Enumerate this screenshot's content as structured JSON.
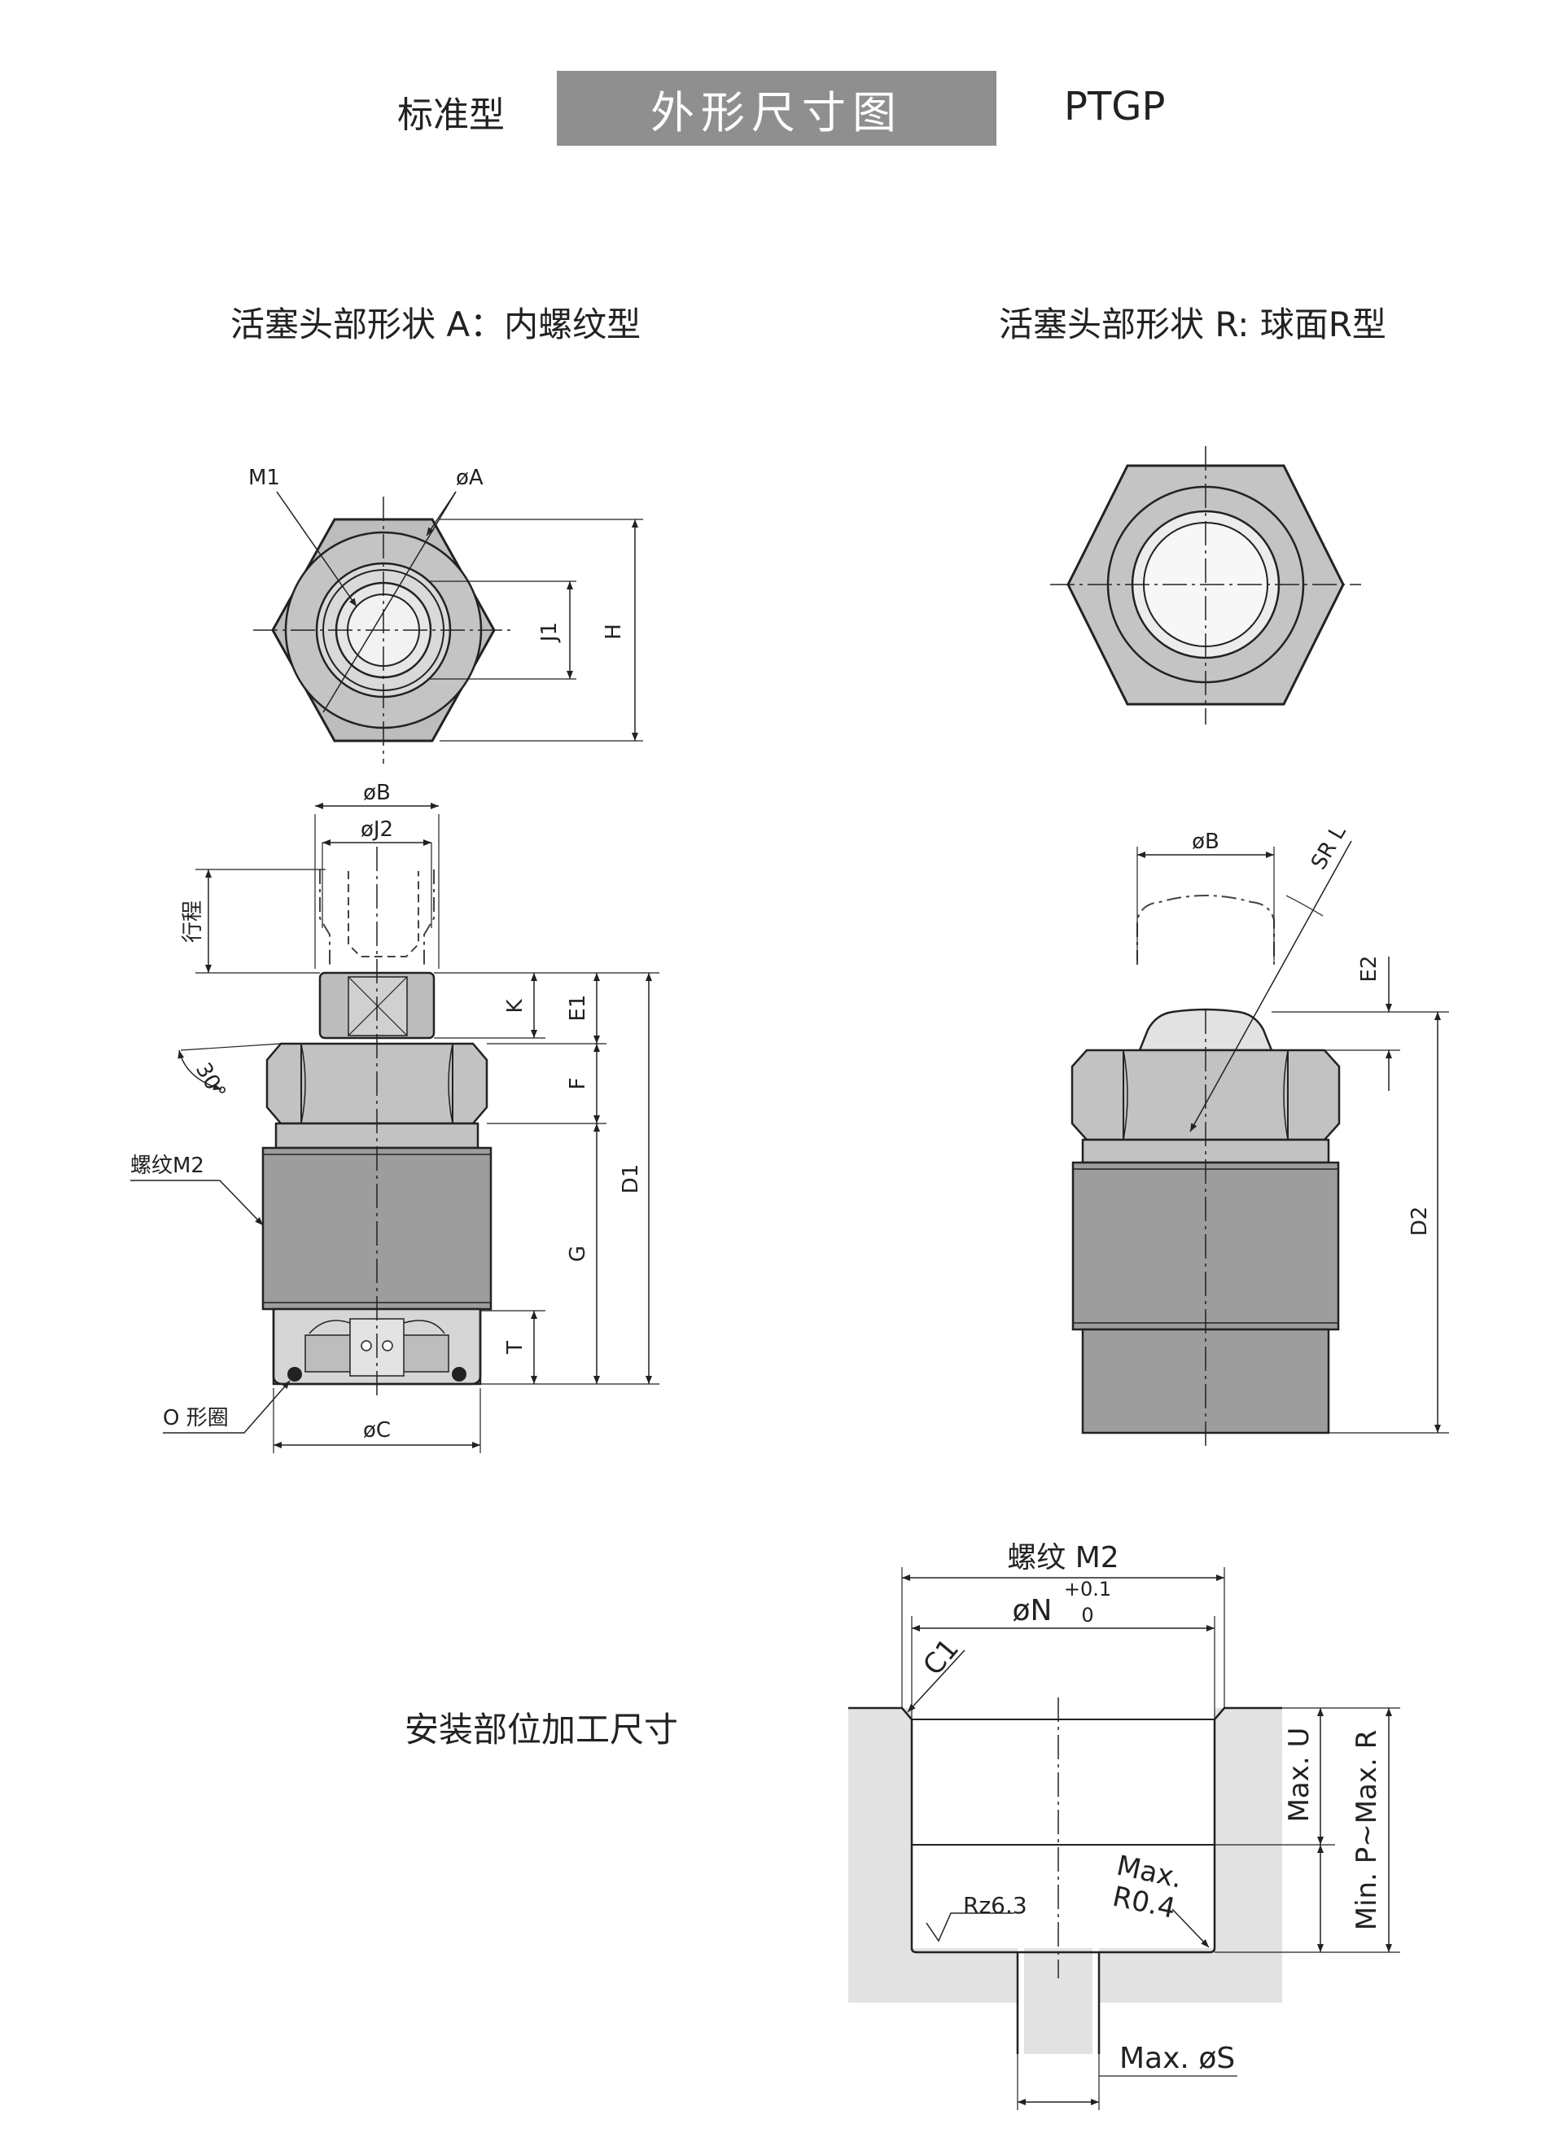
{
  "header": {
    "left": "标准型",
    "center": "外形尺寸图",
    "right": "PTGP"
  },
  "captions": {
    "type_a": "活塞头部形状 A：内螺纹型",
    "type_r": "活塞头部形状  R:  球面R型",
    "mounting": "安装部位加工尺寸"
  },
  "labels_a": {
    "m1": "M1",
    "oa": "øA",
    "j1": "J1",
    "h": "H",
    "ob": "øB",
    "oj2": "øJ2",
    "stroke": "行程",
    "k": "K",
    "e1": "E1",
    "f": "F",
    "g": "G",
    "t": "T",
    "d1": "D1",
    "angle": "30°",
    "thread_m2": "螺纹M2",
    "oring": "O 形圈",
    "oc": "øC"
  },
  "labels_r": {
    "ob": "øB",
    "srl": "SR L",
    "e2": "E2",
    "d2": "D2"
  },
  "labels_mount": {
    "thread_m2": "螺纹 M2",
    "on": "øN",
    "on_tol_upper": "+0.1",
    "on_tol_lower": "0",
    "c1": "C1",
    "max_u": "Max. U",
    "min_p_max_r": "Min. P~Max. R",
    "rz": "Rz6.3",
    "max_r04_a": "Max.",
    "max_r04_b": "R0.4",
    "max_os": "Max. øS"
  }
}
